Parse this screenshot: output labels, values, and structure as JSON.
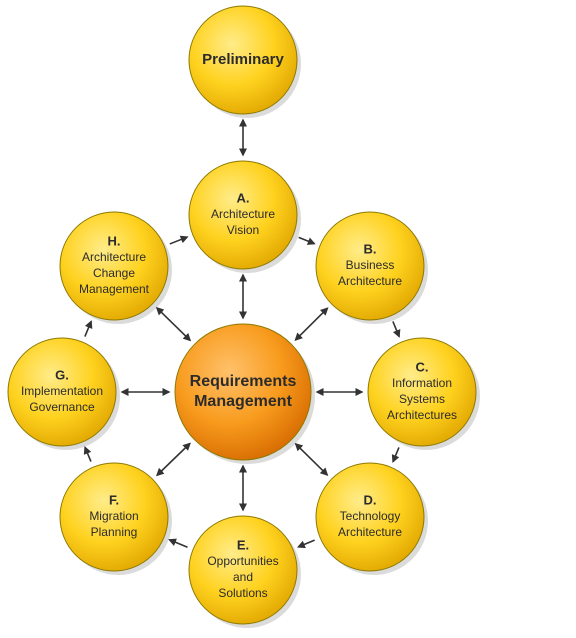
{
  "diagram": {
    "colors": {
      "outer_light": "#ffec8a",
      "outer_mid": "#ffd21f",
      "outer_dark": "#e0a600",
      "center_light": "#ffc16b",
      "center_mid": "#f89b1d",
      "center_dark": "#d66a00",
      "stroke": "#8c7a00",
      "arrow": "#333333",
      "shadow": "#bdbdbd"
    },
    "nodes": [
      {
        "id": "preliminary",
        "letter": "",
        "lines": [
          "Preliminary"
        ]
      },
      {
        "id": "a",
        "letter": "A.",
        "lines": [
          "Architecture",
          "Vision"
        ]
      },
      {
        "id": "b",
        "letter": "B.",
        "lines": [
          "Business",
          "Architecture"
        ]
      },
      {
        "id": "c",
        "letter": "C.",
        "lines": [
          "Information",
          "Systems",
          "Architectures"
        ]
      },
      {
        "id": "d",
        "letter": "D.",
        "lines": [
          "Technology",
          "Architecture"
        ]
      },
      {
        "id": "e",
        "letter": "E.",
        "lines": [
          "Opportunities",
          "and",
          "Solutions"
        ]
      },
      {
        "id": "f",
        "letter": "F.",
        "lines": [
          "Migration",
          "Planning"
        ]
      },
      {
        "id": "g",
        "letter": "G.",
        "lines": [
          "Implementation",
          "Governance"
        ]
      },
      {
        "id": "h",
        "letter": "H.",
        "lines": [
          "Architecture",
          "Change",
          "Management"
        ]
      },
      {
        "id": "requirements",
        "letter": "",
        "lines": [
          "Requirements",
          "Management"
        ]
      }
    ]
  }
}
